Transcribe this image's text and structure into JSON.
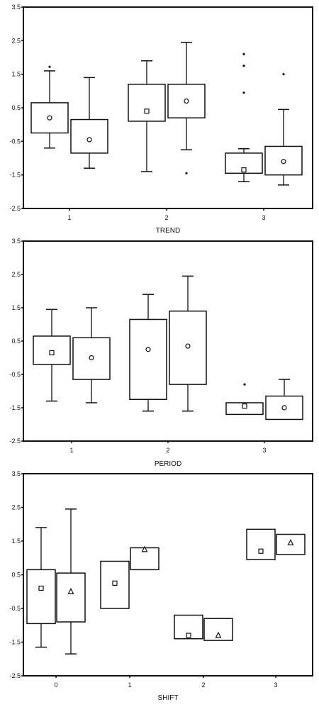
{
  "chart_data": [
    {
      "type": "box",
      "xlabel": "TREND",
      "yticks": [
        "3.5",
        "2.5",
        "1.5",
        "0.5",
        "-0.5",
        "-1.5",
        "-2.5"
      ],
      "ylim": [
        -2.5,
        3.5
      ],
      "categories": [
        "1",
        "2",
        "3"
      ],
      "boxes": [
        {
          "category": "1",
          "q1": -0.25,
          "q3": 0.65,
          "min": -0.7,
          "max": 1.6,
          "mean": 0.2,
          "marker": "circle",
          "outliers": [
            1.72
          ]
        },
        {
          "category": "1",
          "q1": -0.85,
          "q3": 0.15,
          "min": -1.3,
          "max": 1.4,
          "mean": -0.45,
          "marker": "circle",
          "outliers": []
        },
        {
          "category": "2",
          "q1": 0.1,
          "q3": 1.2,
          "min": -1.4,
          "max": 1.9,
          "mean": 0.4,
          "marker": "square",
          "outliers": []
        },
        {
          "category": "2",
          "q1": 0.2,
          "q3": 1.2,
          "min": -0.75,
          "max": 2.45,
          "mean": 0.7,
          "marker": "circle",
          "outliers": [
            -1.45
          ]
        },
        {
          "category": "3",
          "q1": -1.45,
          "q3": -0.85,
          "min": -1.7,
          "max": -0.72,
          "mean": -1.35,
          "marker": "square",
          "outliers": [
            2.1,
            1.75,
            0.95
          ]
        },
        {
          "category": "3",
          "q1": -1.5,
          "q3": -0.65,
          "min": -1.8,
          "max": 0.45,
          "mean": -1.1,
          "marker": "circle",
          "outliers": [
            1.5
          ]
        }
      ]
    },
    {
      "type": "box",
      "xlabel": "PERIOD",
      "yticks": [
        "3.5",
        "2.5",
        "1.5",
        "0.5",
        "-0.5",
        "-1.5",
        "-2.5"
      ],
      "ylim": [
        -2.5,
        3.5
      ],
      "categories": [
        "1",
        "2",
        "3"
      ],
      "boxes": [
        {
          "category": "1",
          "q1": -0.2,
          "q3": 0.65,
          "min": -1.3,
          "max": 1.45,
          "mean": 0.15,
          "marker": "square",
          "outliers": []
        },
        {
          "category": "1",
          "q1": -0.65,
          "q3": 0.6,
          "min": -1.35,
          "max": 1.5,
          "mean": 0.0,
          "marker": "circle",
          "outliers": []
        },
        {
          "category": "2",
          "q1": -1.25,
          "q3": 1.15,
          "min": -1.6,
          "max": 1.9,
          "mean": 0.25,
          "marker": "circle",
          "outliers": []
        },
        {
          "category": "2",
          "q1": -0.8,
          "q3": 1.4,
          "min": -1.6,
          "max": 2.45,
          "mean": 0.35,
          "marker": "circle",
          "outliers": []
        },
        {
          "category": "3",
          "q1": -1.7,
          "q3": -1.35,
          "min": -1.7,
          "max": -1.35,
          "mean": -1.45,
          "marker": "square",
          "outliers": [
            -0.8
          ]
        },
        {
          "category": "3",
          "q1": -1.85,
          "q3": -1.15,
          "min": -1.85,
          "max": -0.65,
          "mean": -1.5,
          "marker": "circle",
          "outliers": []
        }
      ]
    },
    {
      "type": "box",
      "xlabel": "SHIFT",
      "yticks": [
        "3.5",
        "2.5",
        "1.5",
        "0.5",
        "-0.5",
        "-1.5",
        "-2.5"
      ],
      "ylim": [
        -2.5,
        3.5
      ],
      "categories": [
        "0",
        "1",
        "2",
        "3"
      ],
      "boxes": [
        {
          "category": "0",
          "q1": -0.95,
          "q3": 0.65,
          "min": -1.65,
          "max": 1.9,
          "mean": 0.1,
          "marker": "square",
          "outliers": []
        },
        {
          "category": "0",
          "q1": -0.9,
          "q3": 0.55,
          "min": -1.85,
          "max": 2.45,
          "mean": 0.0,
          "marker": "triangle",
          "outliers": []
        },
        {
          "category": "1",
          "q1": -0.5,
          "q3": 0.9,
          "min": -0.5,
          "max": 0.9,
          "mean": 0.25,
          "marker": "square",
          "outliers": []
        },
        {
          "category": "1",
          "q1": 0.65,
          "q3": 1.3,
          "min": 0.65,
          "max": 1.3,
          "mean": 1.25,
          "marker": "triangle",
          "outliers": []
        },
        {
          "category": "2",
          "q1": -1.4,
          "q3": -0.7,
          "min": -1.4,
          "max": -0.7,
          "mean": -1.3,
          "marker": "square",
          "outliers": []
        },
        {
          "category": "2",
          "q1": -1.45,
          "q3": -0.8,
          "min": -1.45,
          "max": -0.8,
          "mean": -1.3,
          "marker": "triangle",
          "outliers": []
        },
        {
          "category": "3",
          "q1": 0.95,
          "q3": 1.85,
          "min": 0.95,
          "max": 1.85,
          "mean": 1.2,
          "marker": "square",
          "outliers": []
        },
        {
          "category": "3",
          "q1": 1.1,
          "q3": 1.7,
          "min": 1.1,
          "max": 1.7,
          "mean": 1.45,
          "marker": "triangle",
          "outliers": []
        }
      ]
    }
  ]
}
